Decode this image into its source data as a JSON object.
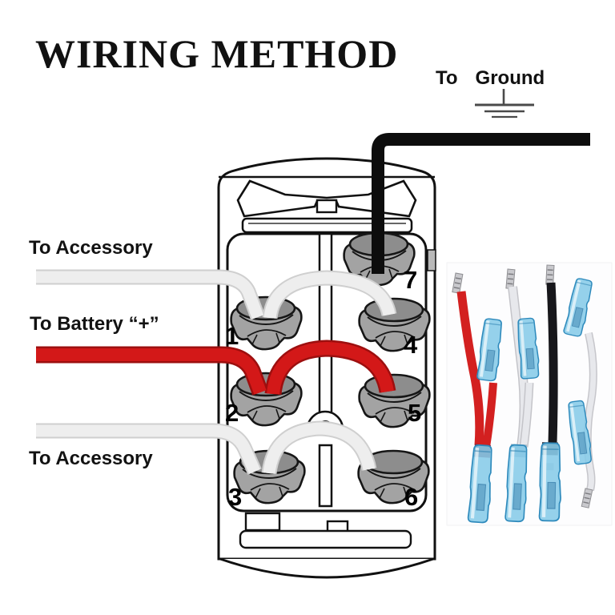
{
  "title": "WIRING METHOD",
  "labels": {
    "ground_to": "To",
    "ground_word": "Ground",
    "accessory_top": "To Accessory",
    "battery": "To Battery “+”",
    "accessory_bottom": "To Accessory"
  },
  "terminals": {
    "t1": "1",
    "t2": "2",
    "t3": "3",
    "t4": "4",
    "t5": "5",
    "t6": "6",
    "t7": "7"
  },
  "colors": {
    "ground_wire": "#0d0d0d",
    "battery_wire": "#d31818",
    "battery_wire_edge": "#9d0f0f",
    "accessory_wire": "#eeeeee",
    "accessory_wire_edge": "#cfcfcf",
    "terminal_gray": "#a3a3a3",
    "terminal_cap_gray": "#8d8d8d",
    "connector_blue": "#86cbe8",
    "connector_blue_edge": "#2e8abc",
    "red_lead": "#d32020",
    "white_lead": "#e7e8ec",
    "black_lead": "#17171b"
  },
  "icons": {
    "ground_symbol": "earth-ground-icon"
  }
}
